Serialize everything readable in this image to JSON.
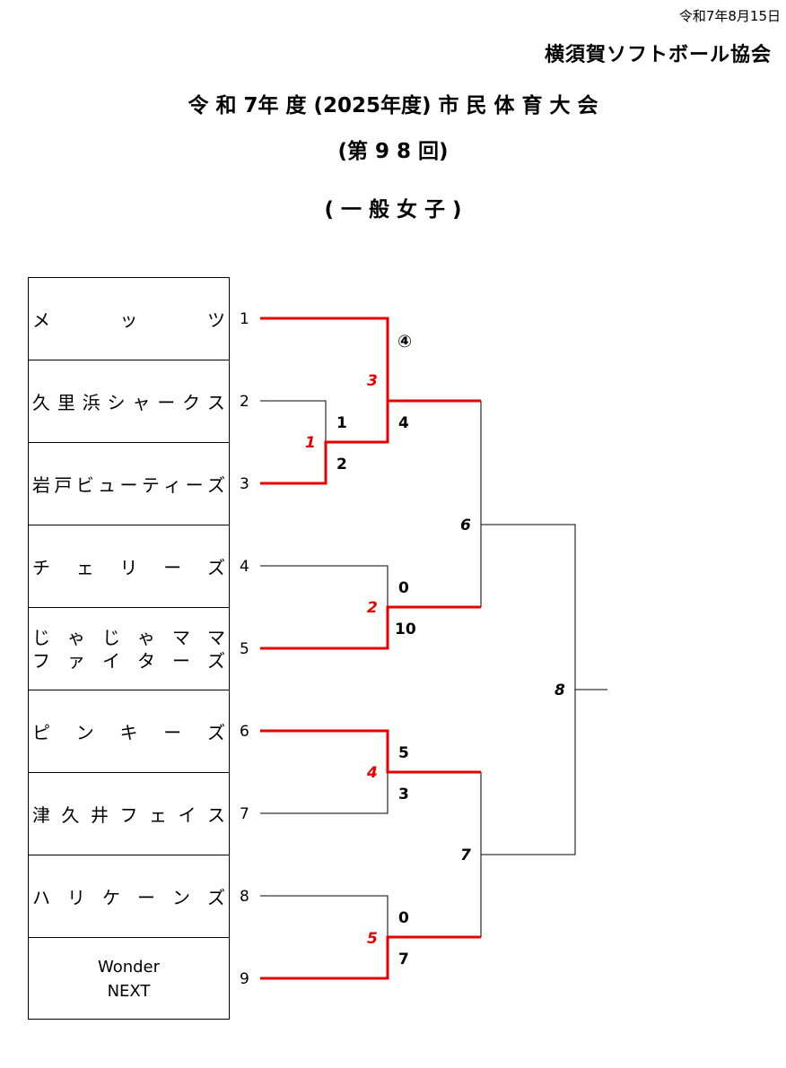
{
  "header": {
    "date": "令和7年8月15日",
    "association": "横須賀ソフトボール協会",
    "title": "令 和 7年 度 (2025年度) 市 民 体 育 大 会",
    "edition": "(第 9 8 回)",
    "category": "( 一 般 女 子 )"
  },
  "teams": [
    {
      "seed": "1",
      "name": "メッツ",
      "chars": [
        "メ",
        "ッ",
        "ツ"
      ]
    },
    {
      "seed": "2",
      "name": "久里浜シャークス",
      "chars": [
        "久",
        "里",
        "浜",
        "シ",
        "ャ",
        "ー",
        "ク",
        "ス"
      ]
    },
    {
      "seed": "3",
      "name": "岩戸ビューティーズ",
      "chars": [
        "岩",
        "戸",
        "ビ",
        "ュ",
        "ー",
        "テ",
        "ィ",
        "ー",
        "ズ"
      ]
    },
    {
      "seed": "4",
      "name": "チェリーズ",
      "chars": [
        "チ",
        "ェ",
        "リ",
        "ー",
        "ズ"
      ]
    },
    {
      "seed": "5",
      "name": "じゃじゃママファイターズ",
      "rows": [
        [
          "じ",
          "ゃ",
          "じ",
          "ゃ",
          "マ",
          "マ"
        ],
        [
          "フ",
          "ァ",
          "イ",
          "タ",
          "ー",
          "ズ"
        ]
      ]
    },
    {
      "seed": "6",
      "name": "ピンキーズ",
      "chars": [
        "ピ",
        "ン",
        "キ",
        "ー",
        "ズ"
      ]
    },
    {
      "seed": "7",
      "name": "津久井フェイス",
      "chars": [
        "津",
        "久",
        "井",
        "フ",
        "ェ",
        "イ",
        "ス"
      ]
    },
    {
      "seed": "8",
      "name": "ハリケーンズ",
      "chars": [
        "ハ",
        "リ",
        "ケ",
        "ー",
        "ン",
        "ズ"
      ]
    },
    {
      "seed": "9",
      "name": "Wonder NEXT",
      "lines": [
        "Wonder",
        "NEXT"
      ]
    }
  ],
  "games": {
    "g1": {
      "no": "1",
      "top_score": "1",
      "bottom_score": "2"
    },
    "g2": {
      "no": "2",
      "top_score": "0",
      "bottom_score": "10"
    },
    "g3": {
      "no": "3",
      "bottom_score": "4",
      "top_mark": "④"
    },
    "g4": {
      "no": "4",
      "top_score": "5",
      "bottom_score": "3"
    },
    "g5": {
      "no": "5",
      "top_score": "0",
      "bottom_score": "7"
    },
    "g6": {
      "no": "6"
    },
    "g7": {
      "no": "7"
    },
    "g8": {
      "no": "8"
    }
  },
  "colors": {
    "winner_line": "#e60000",
    "line": "#000000",
    "winner_game_no": "#e60000"
  }
}
